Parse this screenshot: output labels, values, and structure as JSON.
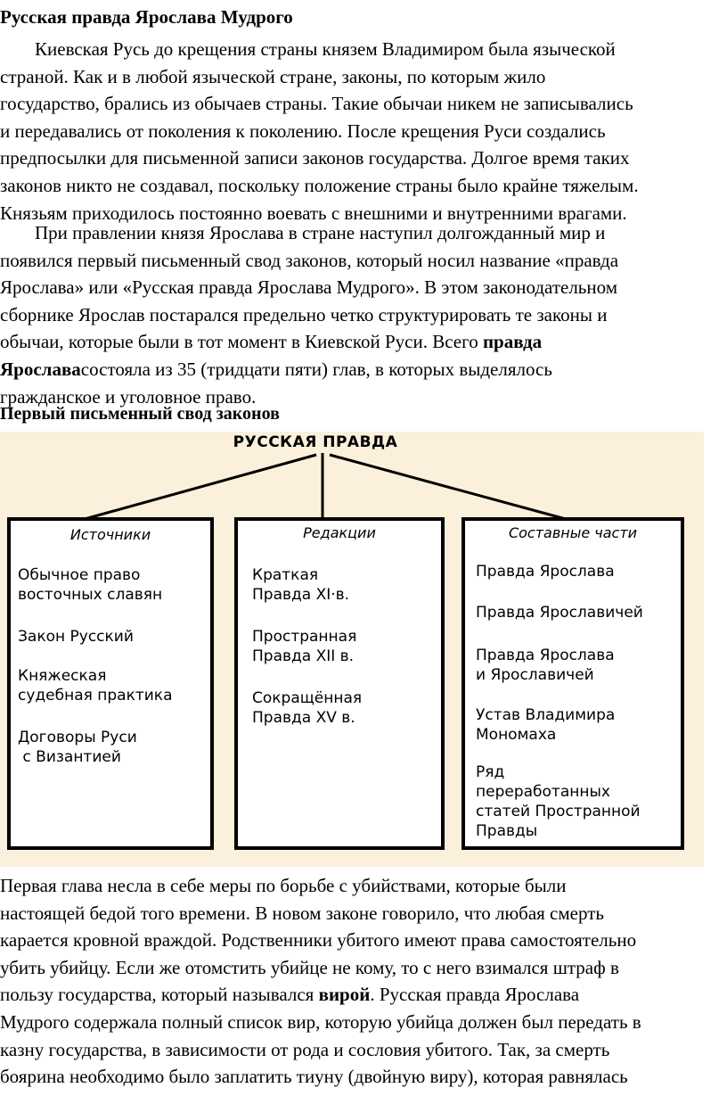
{
  "title": "Русская правда Ярослава Мудрого",
  "para1": {
    "lines": [
      "Киевская Русь до крещения страны князем Владимиром была языческой",
      "страной. Как и в любой языческой стране, законы, по которым жило",
      "государство, брались из обычаев страны. Такие обычаи никем не записывались",
      "и передавались от поколения к поколению. После крещения Руси создались",
      "предпосылки для письменной записи законов государства. Долгое время таких",
      "законов никто не создавал, поскольку положение страны было крайне тяжелым.",
      "Князьям приходилось постоянно воевать с внешними и внутренними врагами."
    ]
  },
  "para2": {
    "lines": [
      "При правлении князя Ярослава в стране наступил долгожданный мир и",
      "появился первый письменный свод законов, который носил название «правда",
      "Ярослава» или «Русская правда Ярослава Мудрого». В этом законодательном",
      "сборнике Ярослав постарался предельно четко структурировать те законы и",
      "обычаи, которые были в тот момент в Киевской Руси. Всего "
    ],
    "bold1": "правда",
    "bold2": "Ярослава",
    "after_bold": "состояла из 35 (тридцати пяти) глав, в которых выделялось",
    "last": "гражданское и уголовное право."
  },
  "subheading": "Первый письменный свод законов",
  "diagram": {
    "root": "РУССКАЯ ПРАВДА",
    "columns": [
      {
        "header": "Источники",
        "items": [
          "Обычное право\nвосточных славян",
          "Закон Русский",
          "Княжеская\nсудебная практика",
          "Договоры Руси\n с Византией"
        ]
      },
      {
        "header": "Редакции",
        "items": [
          "Краткая\nПравда XI·в.",
          "Пространная\nПравда XII в.",
          "Сокращённая\nПравда XV в."
        ]
      },
      {
        "header": "Составные части",
        "items": [
          "Правда Ярослава",
          "Правда Ярославичей",
          "Правда Ярослава\nи Ярославичей",
          "Устав Владимира\nМономаха",
          "Ряд\nпереработанных\nстатей Пространной\nПравды"
        ]
      }
    ]
  },
  "para3": {
    "lines": [
      "Первая глава несла в себе меры по борьбе с убийствами, которые были",
      "настоящей бедой того времени. В новом законе говорило, что любая смерть",
      "карается кровной враждой. Родственники убитого имеют права самостоятельно",
      "убить убийцу. Если же отомстить убийце не кому, то с него взимался штраф в",
      "пользу государства, который назывался "
    ],
    "bold": "вирой",
    "after_bold": ". Русская правда Ярослава",
    "rest": [
      "Мудрого содержала полный список вир, которую убийца должен был передать в",
      "казну государства, в зависимости от рода и сословия убитого. Так, за смерть",
      "боярина необходимо было заплатить тиуну (двойную виру), которая равнялась"
    ]
  },
  "colors": {
    "diagram_bg": "#fbf0dc",
    "border": "#000000"
  }
}
